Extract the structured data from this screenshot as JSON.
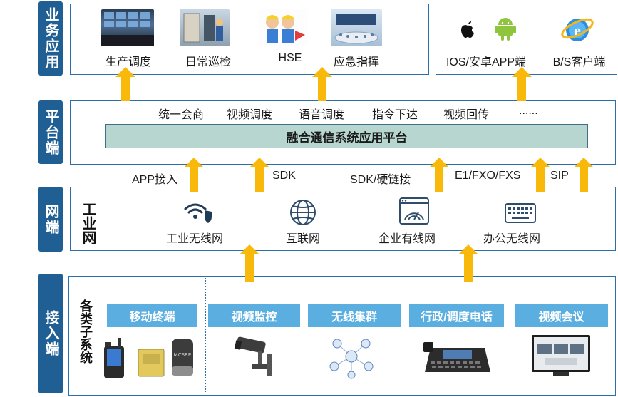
{
  "layers": {
    "business": "业务应用",
    "platform": "平台端",
    "network": "网端",
    "access": "接入端"
  },
  "apps": [
    "生产调度",
    "日常巡检",
    "HSE",
    "应急指挥"
  ],
  "clients": [
    "IOS/安卓APP端",
    "B/S客户端"
  ],
  "platform_functions": [
    "统一会商",
    "视频调度",
    "语音调度",
    "指令下达",
    "视频回传",
    "......"
  ],
  "platform_name": "融合通信系统应用平台",
  "protocols": [
    "APP接入",
    "SDK",
    "SDK/硬链接",
    "E1/FXO/FXS",
    "SIP"
  ],
  "network_title": "工业网",
  "networks": [
    "工业无线网",
    "互联网",
    "企业有线网",
    "办公无线网"
  ],
  "subsystems_title": "各类子系统",
  "subsystem_categories": [
    "移动终端",
    "视频监控",
    "无线集群",
    "行政/调度电话",
    "视频会议"
  ],
  "icons": {
    "apple": "apple-logo-icon",
    "android": "android-logo-icon",
    "ie": "ie-browser-icon",
    "wifi": "wifi-shield-icon",
    "globe": "globe-icon",
    "wired": "wired-network-icon",
    "keyboard": "keyboard-icon"
  },
  "colors": {
    "layer_label": "#1f5f94",
    "box_border": "#2b6fa8",
    "platform_bar": "#b6d6cf",
    "category_box": "#5aaee0",
    "arrow": "#f8b90a"
  }
}
